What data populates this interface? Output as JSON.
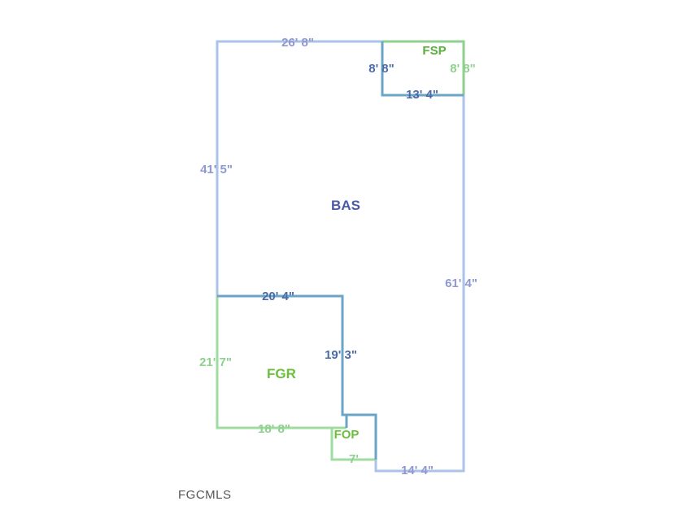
{
  "colors": {
    "bas_line": "#aac3e8",
    "bas_text": "#6f7fc4",
    "bas_dark": "#4a5aa8",
    "fsp_line": "#8fd08f",
    "fsp_text": "#5aae3a",
    "fgr_line": "#9fdc9f",
    "fgr_text": "#6cbf3e",
    "shared_line": "#6aa5c8",
    "shared_text": "#4b6aa8"
  },
  "areas": {
    "bas": "BAS",
    "fsp": "FSP",
    "fgr": "FGR",
    "fop": "FOP"
  },
  "dimensions": {
    "bas_top": "26' 8\"",
    "bas_left": "41' 5\"",
    "bas_right": "61' 4\"",
    "bas_bottom": "14' 4\"",
    "fsp_left": "8' 8\"",
    "fsp_right": "8' 8\"",
    "fsp_bottom": "13' 4\"",
    "fgr_top": "20' 4\"",
    "fgr_right": "19' 3\"",
    "fgr_left": "21' 7\"",
    "fgr_bottom": "18' 8\"",
    "fop_bottom": "7'"
  },
  "footer": {
    "source": "FGCMLS"
  }
}
